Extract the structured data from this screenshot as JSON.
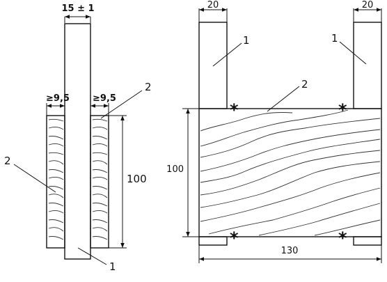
{
  "left_view": {
    "dim_top": "15 ± 1",
    "dim_left_gap": "≥9,5",
    "dim_right_gap": "≥9,5",
    "dim_height": "100",
    "label_strip": "1",
    "label_wood_left": "2",
    "label_wood_right": "2"
  },
  "right_view": {
    "dim_left_strip": "20",
    "dim_right_strip": "20",
    "dim_height": "100",
    "dim_width": "130",
    "label_strip_left": "1",
    "label_strip_right": "1",
    "label_wood": "2",
    "marker": "*"
  }
}
